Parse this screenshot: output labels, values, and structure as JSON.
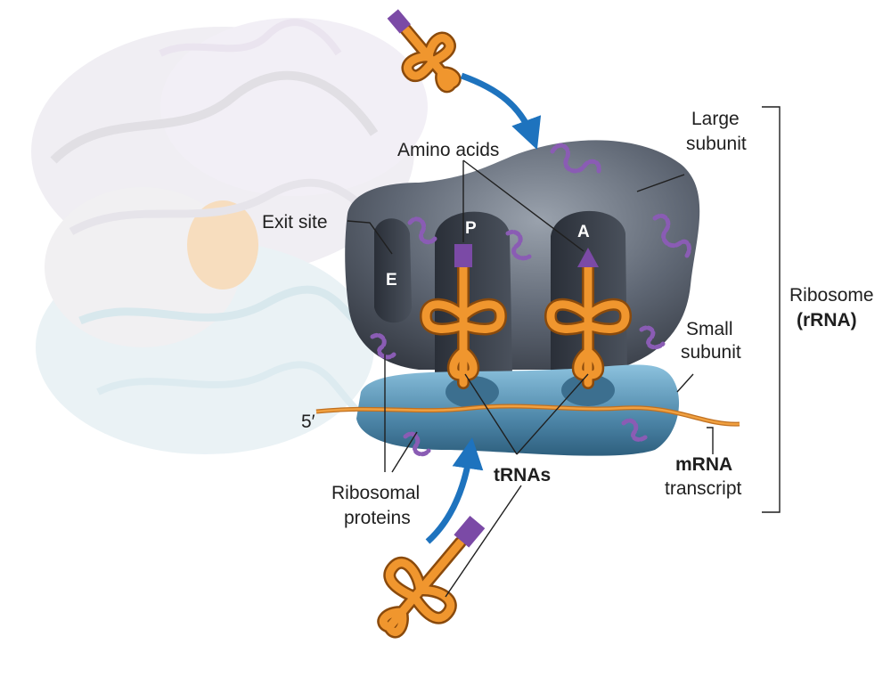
{
  "labels": {
    "amino_acids": "Amino acids",
    "large_subunit_line1": "Large",
    "large_subunit_line2": "subunit",
    "exit_site": "Exit site",
    "site_e": "E",
    "site_p": "P",
    "site_a": "A",
    "ribosome_line1": "Ribosome",
    "ribosome_line2": "(rRNA)",
    "small_subunit_line1": "Small",
    "small_subunit_line2": "subunit",
    "five_prime": "5′",
    "ribosomal_proteins_line1": "Ribosomal",
    "ribosomal_proteins_line2": "proteins",
    "trnas": "tRNAs",
    "mrna_line1": "mRNA",
    "mrna_line2": "transcript"
  },
  "colors": {
    "large_subunit": "#5a6270",
    "small_subunit": "#4f86a8",
    "trna": "#f0962e",
    "amino_acid": "#7b4aa6",
    "arrow": "#1e73be",
    "mrna": "#e08a2c"
  }
}
